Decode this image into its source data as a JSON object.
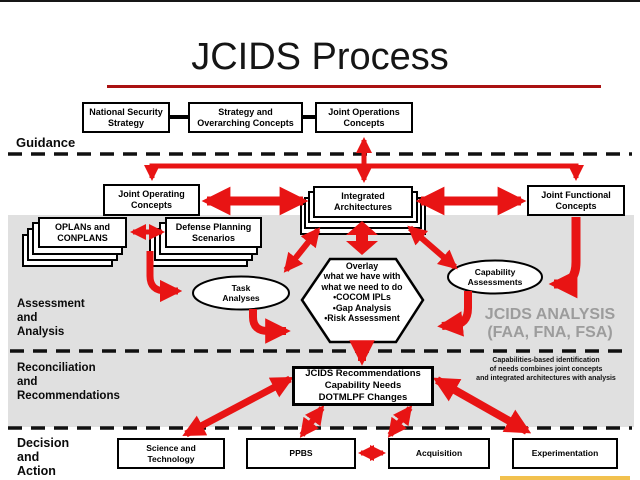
{
  "diagram": {
    "title": "JCIDS Process",
    "sections": {
      "guidance": "Guidance",
      "assessment": "Assessment\nand\nAnalysis",
      "reconciliation": "Reconciliation\nand\nRecommendations",
      "decision": "Decision\nand\nAction"
    },
    "nodes": {
      "national_security_strategy": "National Security\nStrategy",
      "strategy_overarching_concepts": "Strategy and\nOverarching Concepts",
      "joint_operations_concepts": "Joint Operations\nConcepts",
      "joint_operating_concepts": "Joint Operating\nConcepts",
      "integrated_architectures": "Integrated\nArchitectures",
      "joint_functional_concepts": "Joint Functional\nConcepts",
      "oplans_conplans": "OPLANs and\nCONPLANS",
      "defense_planning_scenarios": "Defense Planning\nScenarios",
      "task_analyses": "Task\nAnalyses",
      "capability_assessments": "Capability\nAssessments",
      "overlay_hexagon": "Overlay\nwhat we have with\nwhat we need to do\n•COCOM IPLs\n•Gap Analysis\n•Risk Assessment",
      "jcids_recommendations": "JCIDS Recommendations\nCapability Needs\nDOTMLPF Changes",
      "science_and_technology": "Science and\nTechnology",
      "ppbs": "PPBS",
      "acquisition": "Acquisition",
      "experimentation": "Experimentation"
    },
    "annotations": {
      "jcids_analysis": "JCIDS ANALYSIS\n(FAA, FNA, FSA)",
      "capabilities_note": "Capabilities-based identification\nof needs combines joint concepts\nand integrated architectures with analysis"
    },
    "colors": {
      "arrow_red": "#e81414",
      "underline_red": "#aa1111",
      "band_gray": "#e0e0e0",
      "muted_gray_text": "#9c9c9c"
    }
  }
}
